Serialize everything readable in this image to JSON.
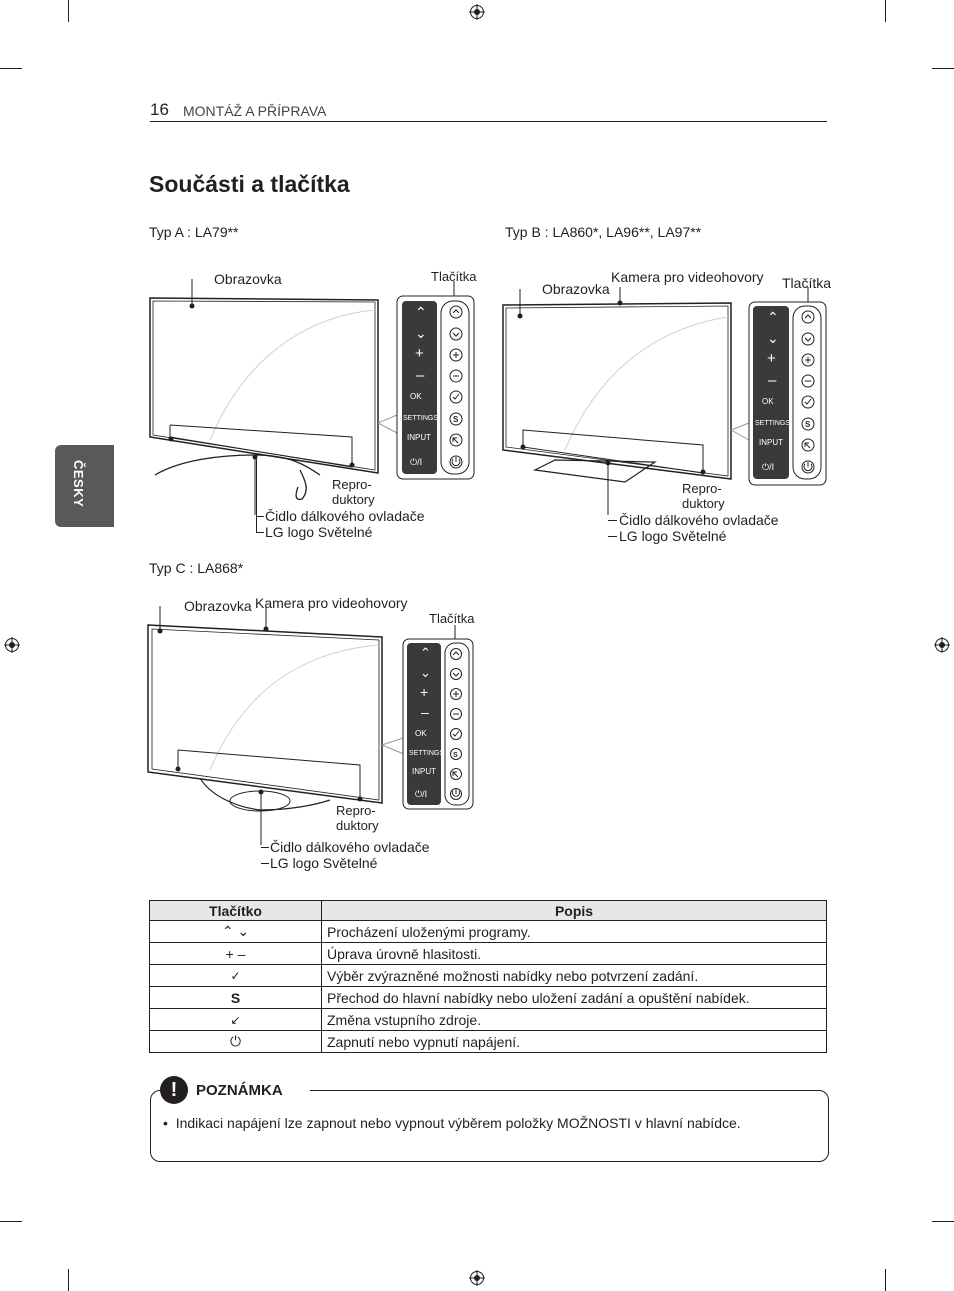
{
  "header": {
    "page_number": "16",
    "section": "MONTÁŽ A PŘÍPRAVA"
  },
  "page_title": "Součásti a tlačítka",
  "side_tab": "ČESKY",
  "types": [
    {
      "label": "Typ A : LA79**"
    },
    {
      "label": "Typ B : LA860*, LA96**, LA97**"
    },
    {
      "label": "Typ C : LA868*"
    }
  ],
  "callouts": {
    "screen": "Obrazovka",
    "buttons": "Tlačítka",
    "camera": "Kamera pro videohovory",
    "speakers_1": "Repro-",
    "speakers_2": "duktory",
    "remote_sensor": "Čidlo dálkového ovladače",
    "lg_logo": "LG logo Světelné"
  },
  "panel": {
    "ok": "OK",
    "settings": "SETTINGS",
    "input": "INPUT",
    "power": "/I"
  },
  "table": {
    "headers": [
      "Tlačítko",
      "Popis"
    ],
    "rows": [
      {
        "button": "⌃ ⌄",
        "desc": "Procházení uloženými programy."
      },
      {
        "button": "+ –",
        "desc": "Úprava úrovně hlasitosti."
      },
      {
        "button": "✓",
        "desc": "Výběr zvýrazněné možnosti nabídky nebo potvrzení zadání."
      },
      {
        "button": "S",
        "desc": "Přechod do hlavní nabídky nebo uložení zadání a opuštění nabídek."
      },
      {
        "button": "↙",
        "desc": "Změna vstupního zdroje."
      },
      {
        "button": "⏻",
        "desc": "Zapnutí nebo vypnutí napájení."
      }
    ]
  },
  "note": {
    "title": "POZNÁMKA",
    "bullet": "Indikaci napájení lze zapnout nebo vypnout výběrem položky MOŽNOSTI v hlavní nabídce."
  }
}
